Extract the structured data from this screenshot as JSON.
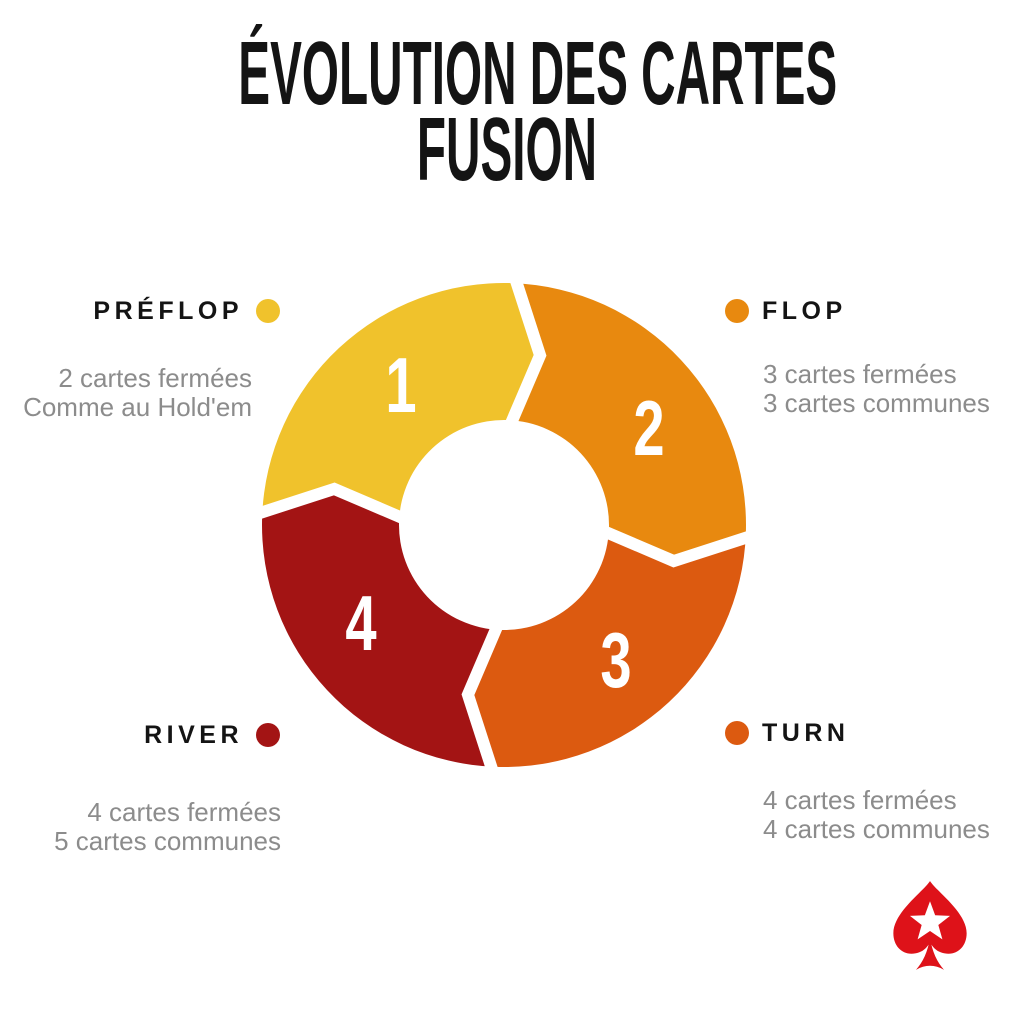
{
  "title": {
    "line1": "ÉVOLUTION DES CARTES",
    "line2": "FUSION"
  },
  "chart_data": {
    "type": "cycle-diagram",
    "title": "Évolution des cartes Fusion",
    "flow": "clockwise",
    "segment_number_color": "#FFFFFF",
    "stages": [
      {
        "number": "1",
        "name": "PRÉFLOP",
        "color": "#F0C22C",
        "position": "top-left",
        "description_lines": [
          "2 cartes fermées",
          "Comme au Hold'em"
        ]
      },
      {
        "number": "2",
        "name": "FLOP",
        "color": "#E8890F",
        "position": "top-right",
        "description_lines": [
          "3 cartes fermées",
          "3 cartes communes"
        ]
      },
      {
        "number": "3",
        "name": "TURN",
        "color": "#DC5A10",
        "position": "bottom-right",
        "description_lines": [
          "4 cartes fermées",
          "4 cartes communes"
        ]
      },
      {
        "number": "4",
        "name": "RIVER",
        "color": "#A31414",
        "position": "bottom-left",
        "description_lines": [
          "4 cartes fermées",
          "5 cartes communes"
        ]
      }
    ]
  },
  "colors": {
    "background": "#FFFFFF",
    "title_text": "#141414",
    "stage_label_text": "#141414",
    "description_text": "#8C8C8C",
    "logo_red": "#DE1219"
  },
  "logo": {
    "name": "PokerStars spade logo"
  }
}
